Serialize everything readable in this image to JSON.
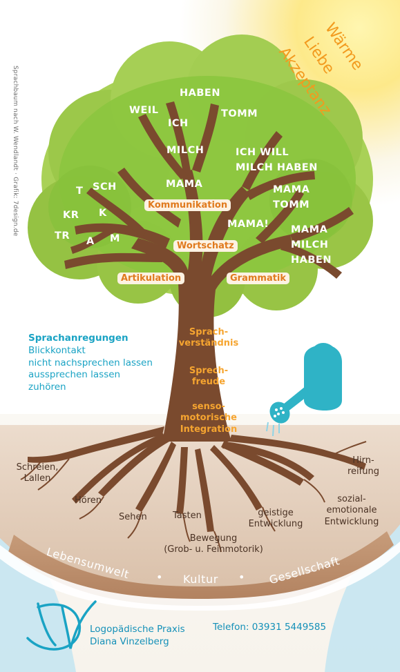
{
  "side_credit": "Sprachbaum nach W. Wendlandt  ·  Grafik: 7design.de",
  "warmth": [
    "Wärme",
    "Liebe",
    "Akzeptanz"
  ],
  "canopy_words": {
    "haben": "HABEN",
    "weil": "WEIL",
    "ich": "ICH",
    "tomm": "TOMM",
    "milch": "MILCH",
    "ich_will": "ICH WILL",
    "milch_haben": "MILCH HABEN",
    "t": "T",
    "sch": "SCH",
    "mama": "MAMA",
    "mama_right": "MAMA",
    "tomm_right": "TOMM",
    "kr": "KR",
    "k": "K",
    "mama_excl": "MAMA!",
    "tr": "TR",
    "a": "A",
    "m": "M",
    "mama_b": "MAMA",
    "milch_b": "MILCH",
    "haben_b": "HABEN"
  },
  "branch_labels": {
    "kommunikation": "Kommunikation",
    "wortschatz": "Wortschatz",
    "artikulation": "Artikulation",
    "grammatik": "Grammatik"
  },
  "trunk_labels": {
    "sprachverstaendnis": [
      "Sprach-",
      "verständnis"
    ],
    "sprechfreude": [
      "Sprech-",
      "freude"
    ],
    "integration": [
      "senso-",
      "motorische",
      "Integration"
    ]
  },
  "sprachanregungen": {
    "title": "Sprachanregungen",
    "items": [
      "Blickkontakt",
      "nicht nachsprechen lassen",
      "aussprechen lassen",
      "zuhören"
    ]
  },
  "roots": {
    "schreien": [
      "Schreien,",
      "Lallen"
    ],
    "hoeren": "Hören",
    "sehen": "Sehen",
    "tasten": "Tasten",
    "bewegung": [
      "Bewegung",
      "(Grob- u. Feinmotorik)"
    ],
    "geistige": [
      "geistige",
      "Entwicklung"
    ],
    "sozial": [
      "sozial-",
      "emotionale",
      "Entwicklung"
    ],
    "hirn": [
      "Hirn-",
      "reifung"
    ]
  },
  "environment": {
    "lebensumwelt": "Lebensumwelt",
    "kultur": "Kultur",
    "gesellschaft": "Gesellschaft",
    "separator": "•"
  },
  "footer": {
    "practice_line1": "Logopädische Praxis",
    "practice_line2": "Diana Vinzelberg",
    "phone": "Telefon: 03931 5449585"
  },
  "colors": {
    "canopy": "#8cc63f",
    "canopy_dark": "#6fae2e",
    "trunk": "#7a4a2e",
    "soil": "#c9a68a",
    "earth_band": "#b88a68",
    "sun": "#fbe36a",
    "accent_orange": "#e07a1e",
    "accent_blue": "#1aa3c4",
    "watering_can": "#2fb3c6"
  }
}
